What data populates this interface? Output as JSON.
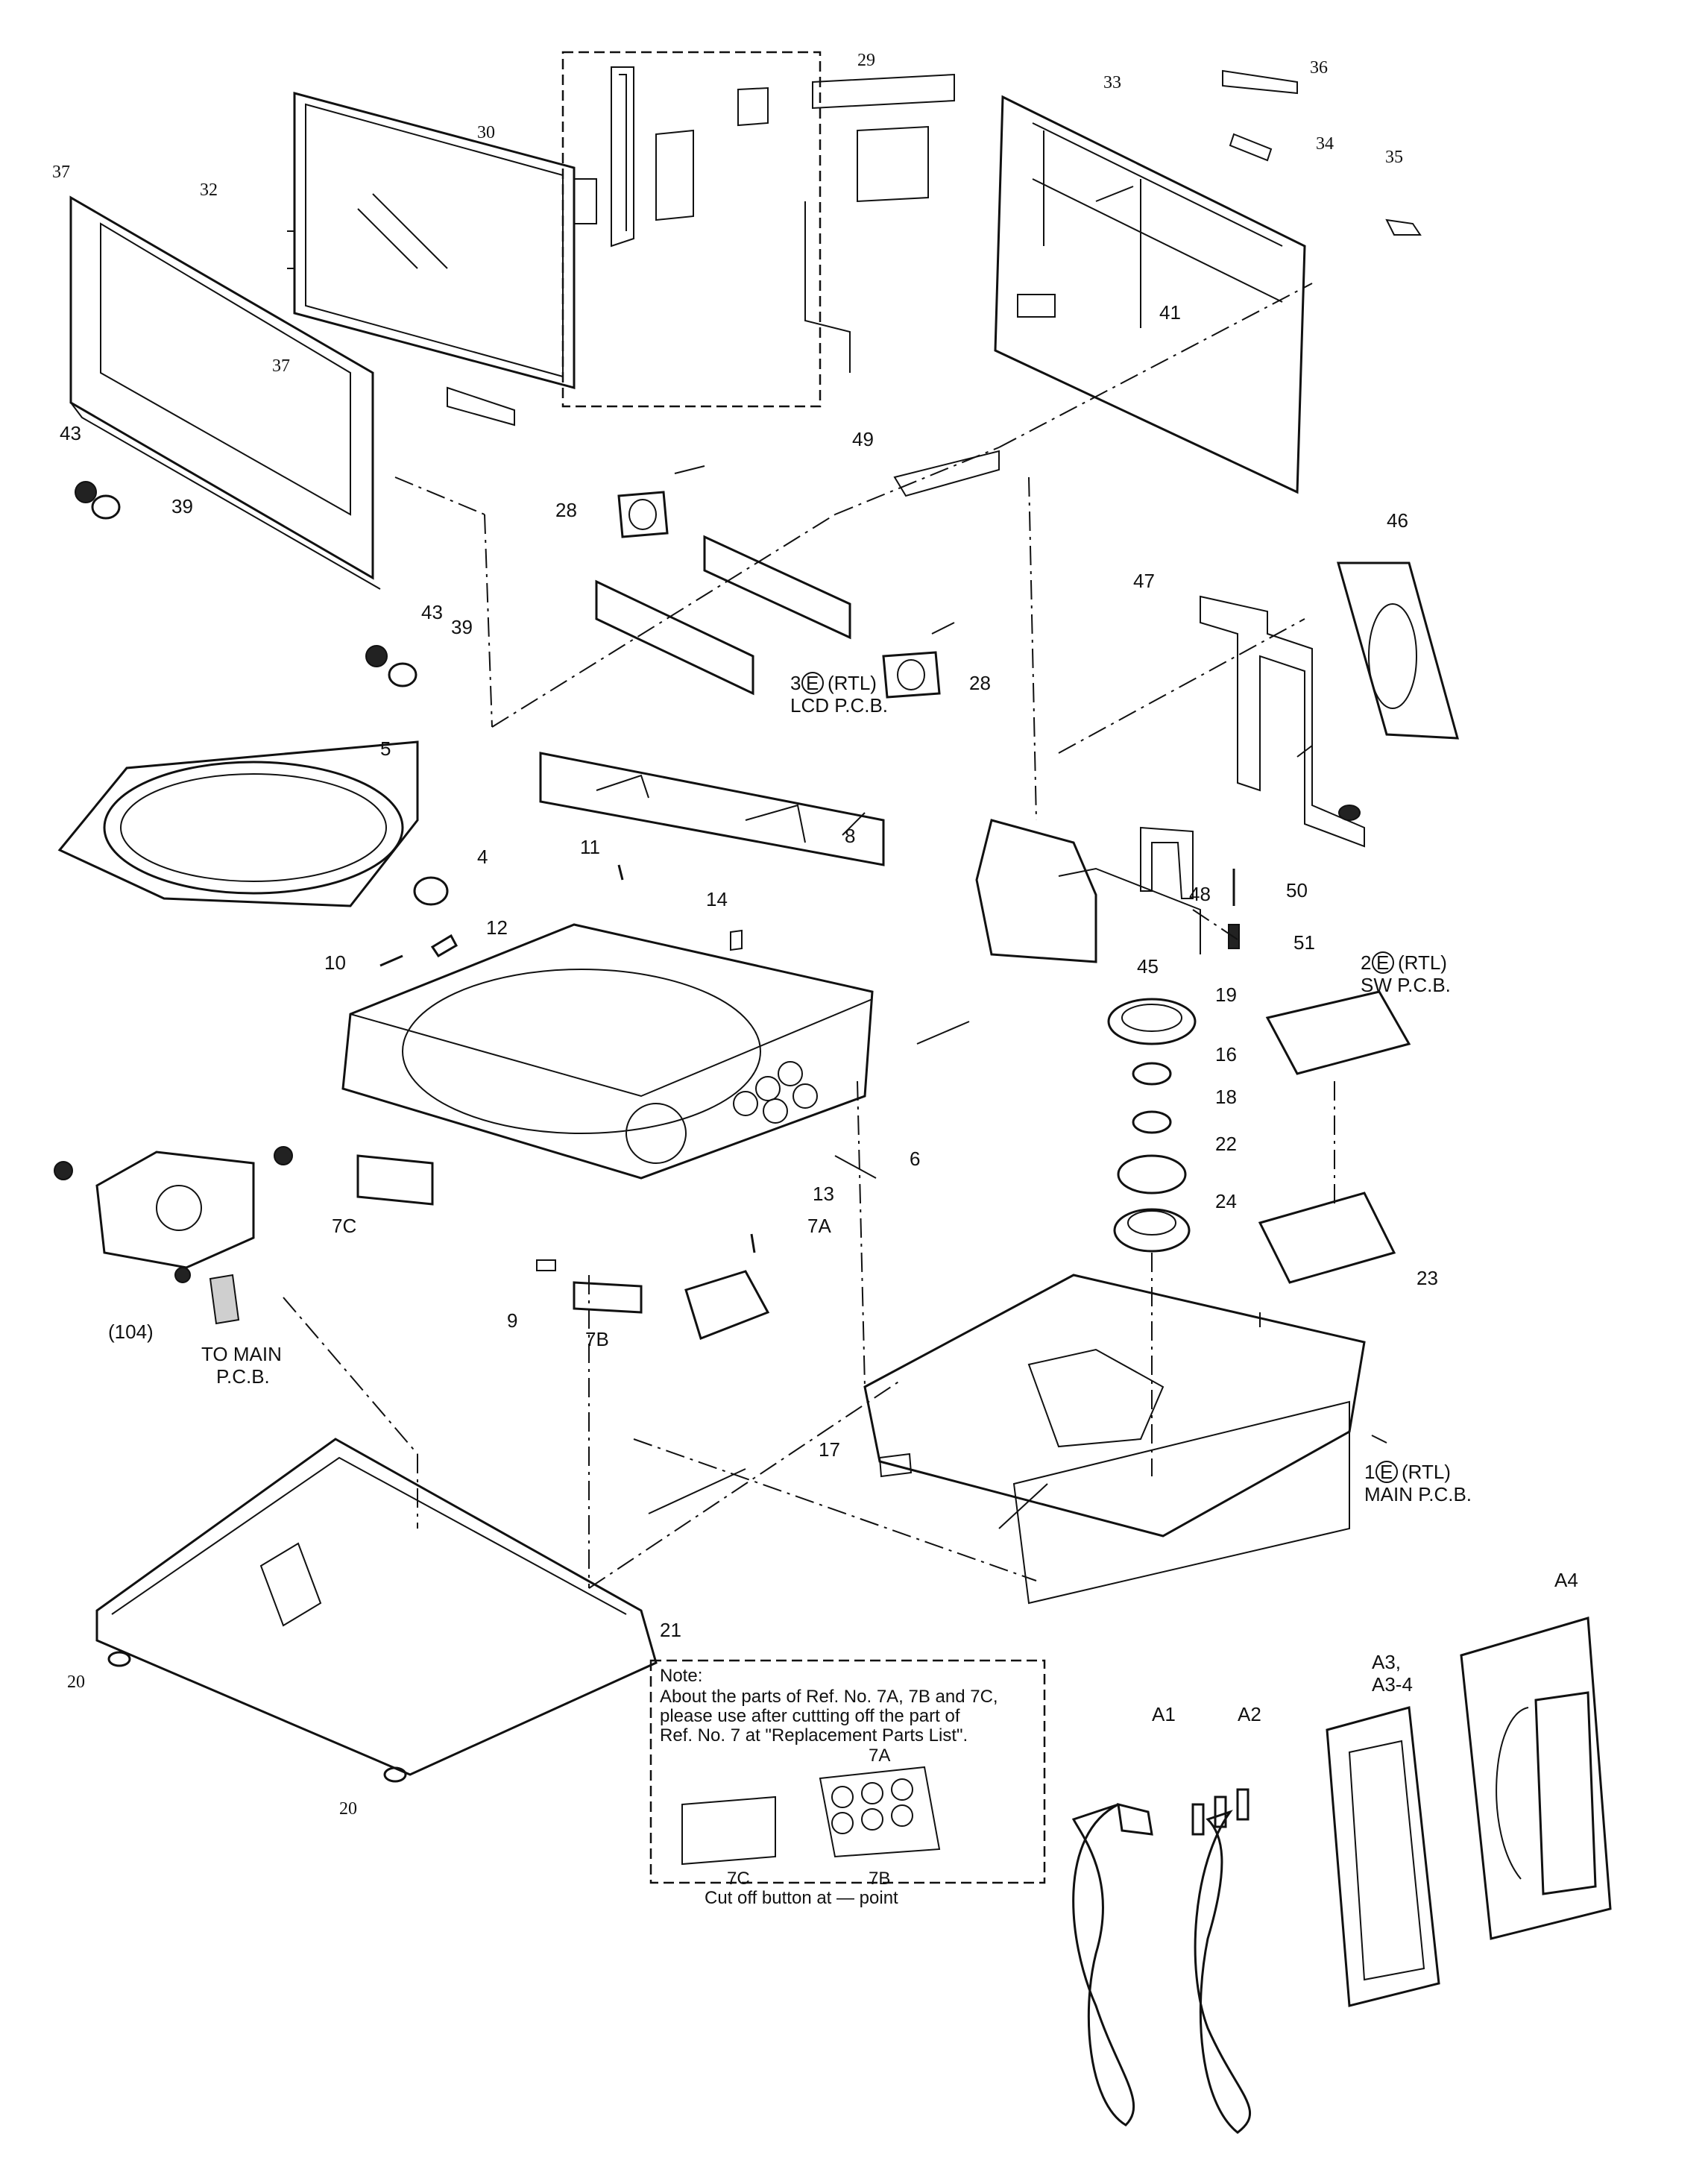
{
  "labels": {
    "p1": "1",
    "p1_rtl": "(RTL)",
    "p1_name": "MAIN P.C.B.",
    "p2": "2",
    "p2_rtl": "(RTL)",
    "p2_name": "SW P.C.B.",
    "p3": "3",
    "p3_rtl": "(RTL)",
    "p3_name": "LCD P.C.B.",
    "circled_e": "E",
    "p4": "4",
    "p5": "5",
    "p6": "6",
    "p7a": "7A",
    "p7b": "7B",
    "p7c": "7C",
    "p8": "8",
    "p9": "9",
    "p10": "10",
    "p11": "11",
    "p12": "12",
    "p13": "13",
    "p14": "14",
    "p16": "16",
    "p17": "17",
    "p18": "18",
    "p19": "19",
    "p20a": "20",
    "p20b": "20",
    "p21": "21",
    "p22": "22",
    "p23": "23",
    "p24": "24",
    "p28a": "28",
    "p28b": "28",
    "p29": "29",
    "p30": "30",
    "p32": "32",
    "p33": "33",
    "p34": "34",
    "p35": "35",
    "p36": "36",
    "p37a": "37",
    "p37b": "37",
    "p39a": "39",
    "p39b": "39",
    "p41": "41",
    "p43a": "43",
    "p43b": "43",
    "p45": "45",
    "p46": "46",
    "p47": "47",
    "p48": "48",
    "p49": "49",
    "p50": "50",
    "p51": "51",
    "p104": "(104)",
    "to_main_1": "TO MAIN",
    "to_main_2": "P.C.B.",
    "a1": "A1",
    "a2": "A2",
    "a3": "A3,",
    "a3_4": "A3-4",
    "a4": "A4"
  },
  "note": {
    "title": "Note:",
    "line1": "About the parts of Ref. No. 7A, 7B and 7C,",
    "line2": "please use after cuttting off the part of",
    "line3": "Ref. No. 7 at \"Replacement Parts List\".",
    "inset_7a": "7A",
    "inset_7b": "7B",
    "inset_7c": "7C",
    "footer": "Cut off button at — point"
  }
}
